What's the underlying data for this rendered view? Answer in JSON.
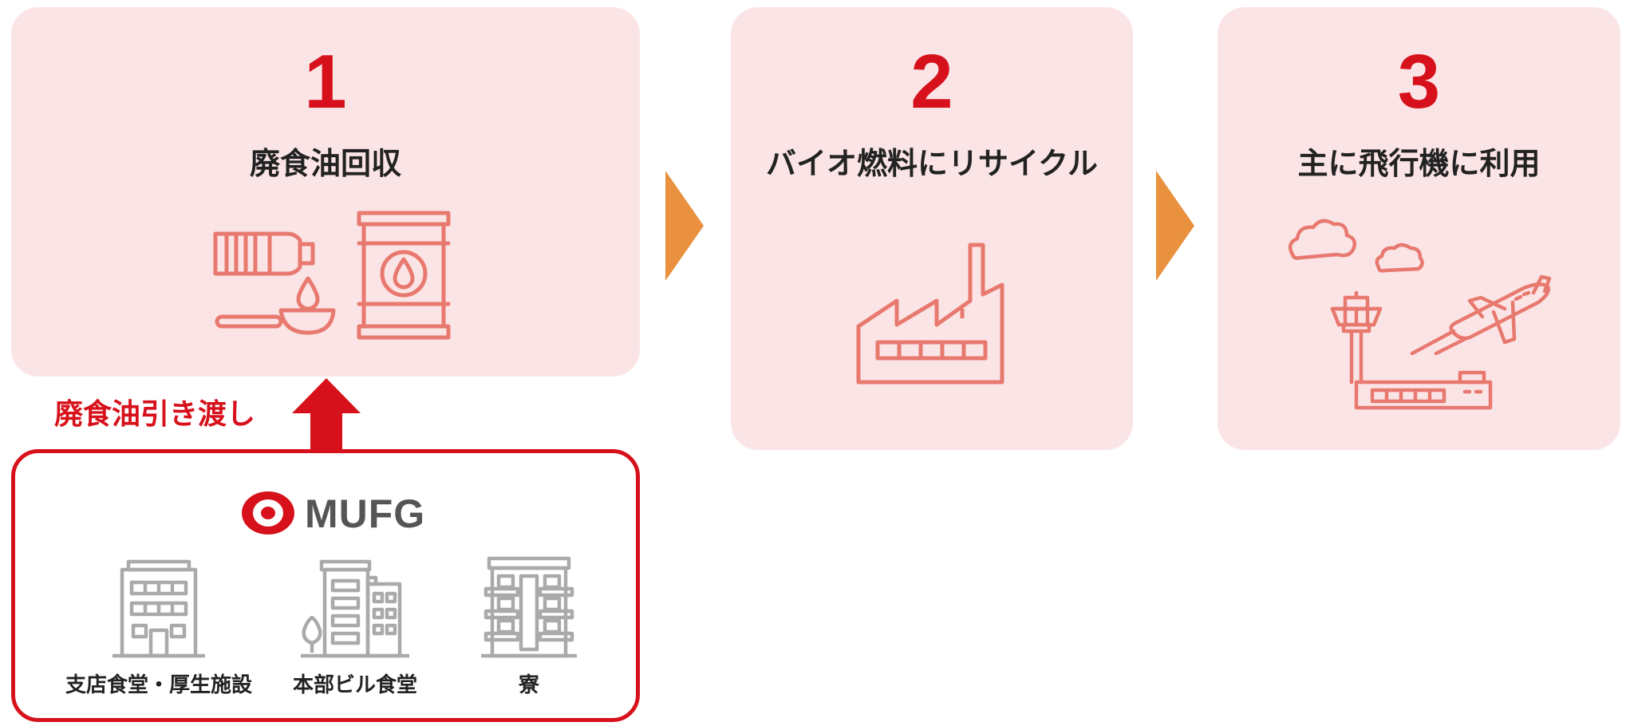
{
  "steps": [
    {
      "number": "1",
      "title": "廃食油回収",
      "icon": "oil-collection-icon"
    },
    {
      "number": "2",
      "title": "バイオ燃料にリサイクル",
      "icon": "factory-icon"
    },
    {
      "number": "3",
      "title": "主に飛行機に利用",
      "icon": "airport-airplane-icon"
    }
  ],
  "handover": {
    "label": "廃食油引き渡し",
    "brand": "MUFG",
    "buildings": [
      {
        "label": "支店食堂・厚生施設",
        "icon": "branch-building-icon"
      },
      {
        "label": "本部ビル食堂",
        "icon": "headquarters-building-icon"
      },
      {
        "label": "寮",
        "icon": "dormitory-icon"
      }
    ]
  },
  "colors": {
    "panel_bg": "#fbe4e6",
    "accent_red": "#d7111b",
    "icon_salmon": "#e8796f",
    "chevron_orange": "#e9913f",
    "building_gray": "#aaaaaa"
  }
}
